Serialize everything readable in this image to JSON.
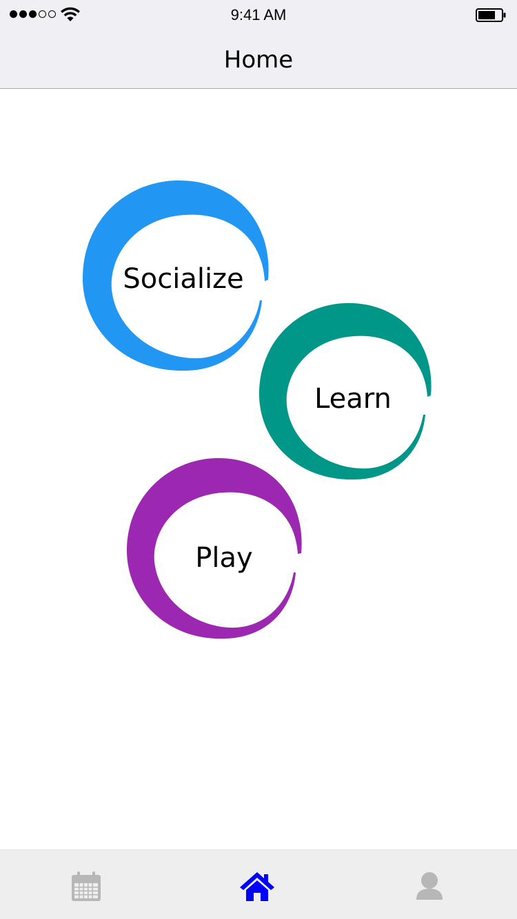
{
  "status_bar": {
    "time": "9:41 AM",
    "signal_icon": "signal-dots-icon",
    "wifi_icon": "wifi-icon",
    "battery_icon": "battery-icon"
  },
  "nav": {
    "title": "Home"
  },
  "circles": [
    {
      "id": "socialize",
      "label": "Socialize",
      "color": "#2196f3"
    },
    {
      "id": "learn",
      "label": "Learn",
      "color": "#009688"
    },
    {
      "id": "play",
      "label": "Play",
      "color": "#9c27b0"
    }
  ],
  "tabs": [
    {
      "id": "calendar",
      "icon": "calendar-icon",
      "color": "#b7b7b7",
      "active": false
    },
    {
      "id": "home",
      "icon": "home-icon",
      "color": "#0000ff",
      "active": true
    },
    {
      "id": "profile",
      "icon": "user-icon",
      "color": "#b7b7b7",
      "active": false
    }
  ],
  "colors": {
    "bar_background": "#efeff4",
    "tab_background": "#eeeeee",
    "active_tab": "#0000ff",
    "inactive_tab": "#b7b7b7"
  }
}
